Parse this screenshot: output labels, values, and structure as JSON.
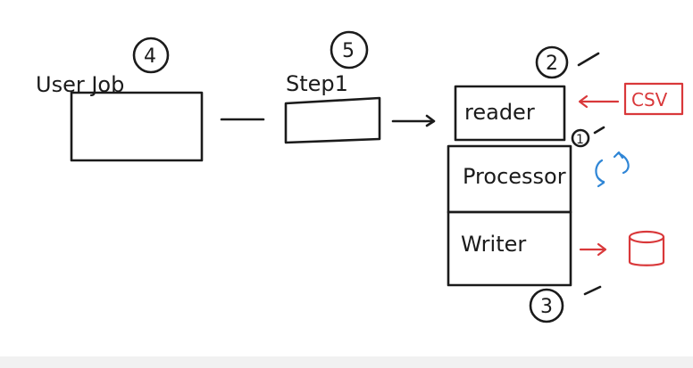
{
  "diagram": {
    "user_job_label": "User Job",
    "user_job_number": "4",
    "step_label": "Step1",
    "step_number": "5",
    "reader_label": "reader",
    "reader_number": "2",
    "processor_label": "Processor",
    "processor_number": "1",
    "writer_label": "Writer",
    "writer_number": "3",
    "csv_label": "CSV",
    "colors": {
      "ink": "#1b1b1b",
      "red": "#d9383a",
      "blue": "#2f86d6"
    },
    "icons": {
      "refresh": "refresh-icon",
      "database": "database-icon"
    }
  }
}
